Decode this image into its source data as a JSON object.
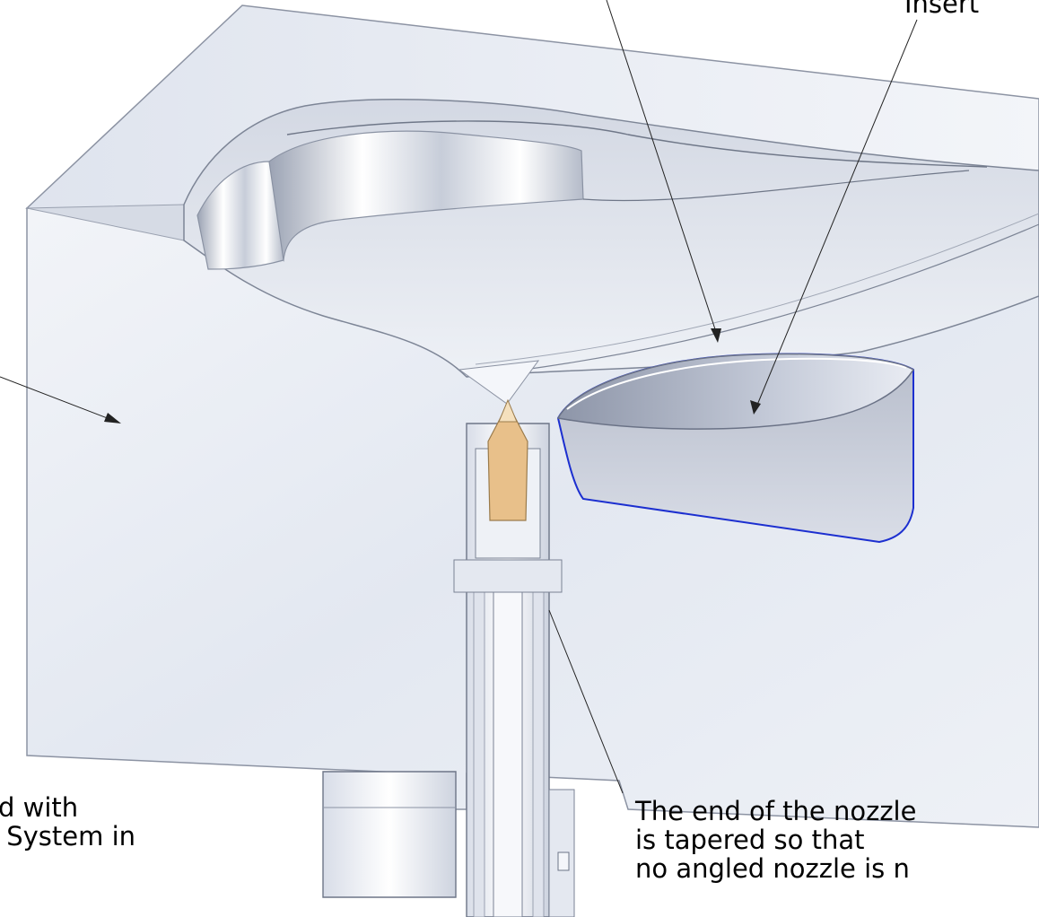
{
  "labels": {
    "insert": "Insert",
    "left_callout": [
      "d with",
      " System in"
    ],
    "nozzle_callout": [
      "The end of the nozzle",
      "is tapered so that",
      "no angled nozzle is n"
    ]
  },
  "colors": {
    "background": "#ffffff",
    "mold_face": "#e9edf5",
    "cavity_shade": "#cfd5e2",
    "insert_outline": "#1c2fd0",
    "nozzle_tip": "#e8c08a",
    "leader_line": "#222222"
  }
}
